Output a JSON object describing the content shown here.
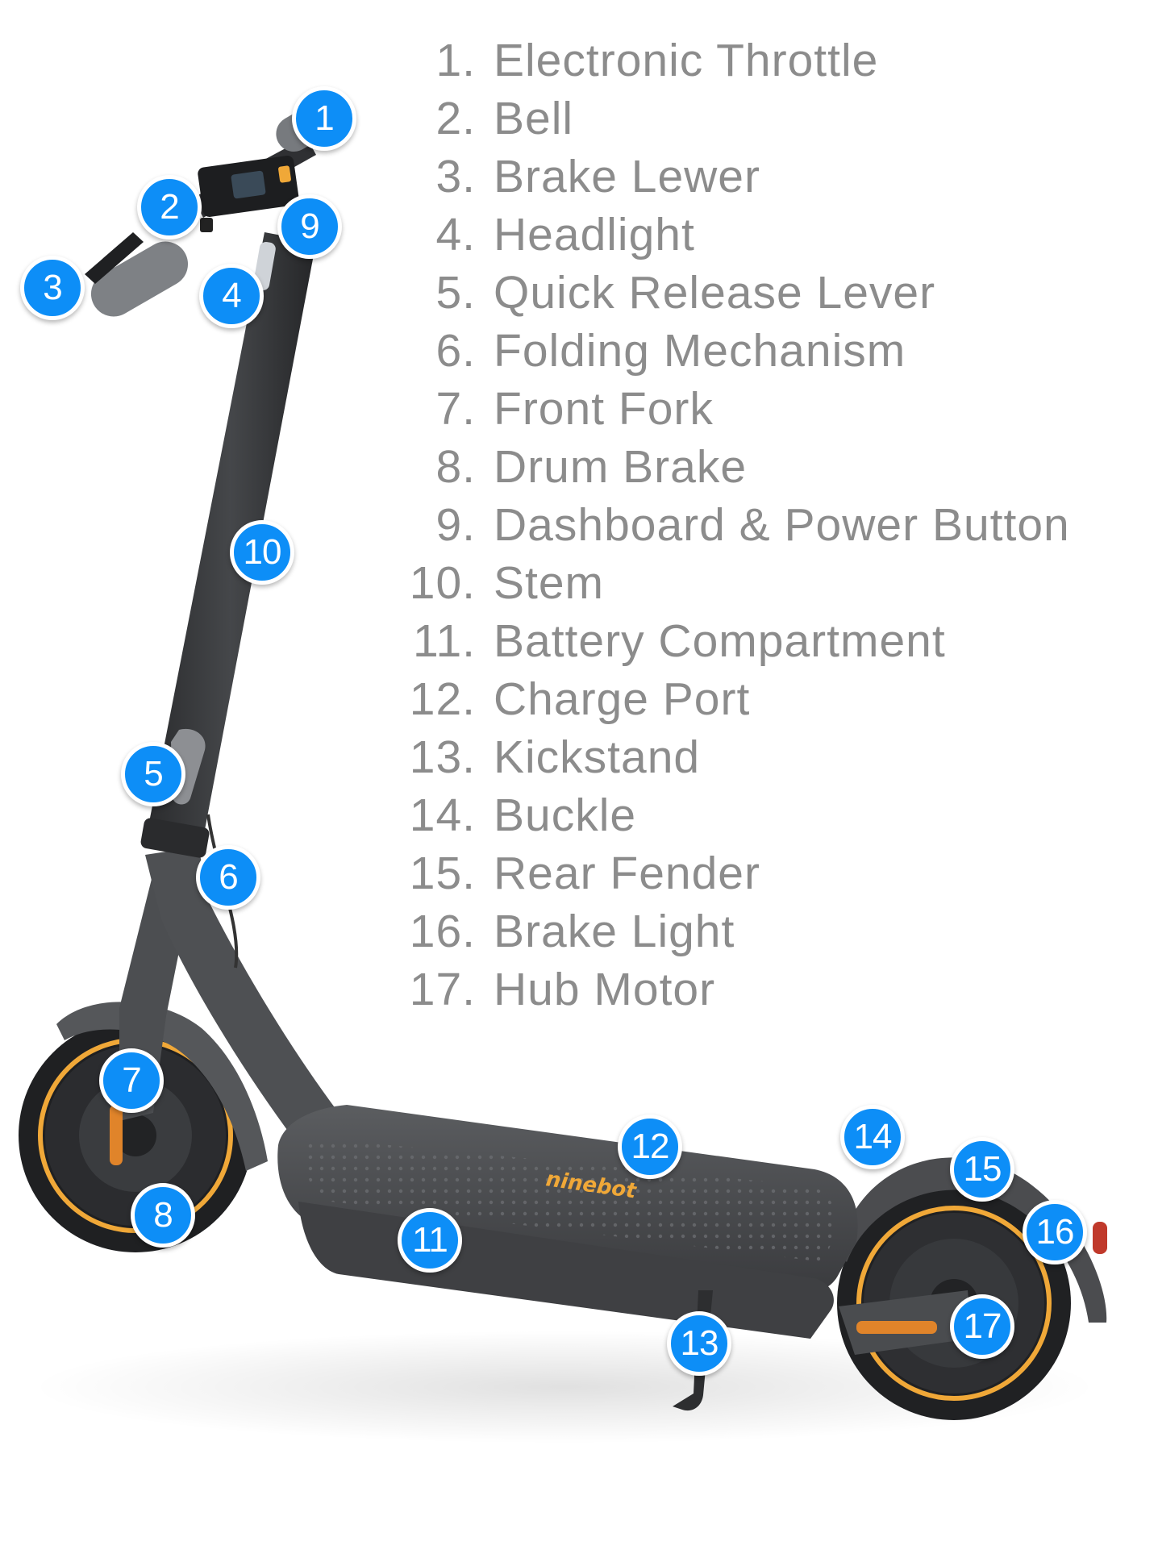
{
  "legend": [
    {
      "num": "1.",
      "label": "Electronic Throttle"
    },
    {
      "num": "2.",
      "label": "Bell"
    },
    {
      "num": "3.",
      "label": "Brake Lewer"
    },
    {
      "num": "4.",
      "label": "Headlight"
    },
    {
      "num": "5.",
      "label": "Quick Release Lever"
    },
    {
      "num": "6.",
      "label": "Folding Mechanism"
    },
    {
      "num": "7.",
      "label": "Front Fork"
    },
    {
      "num": "8.",
      "label": "Drum Brake"
    },
    {
      "num": "9.",
      "label": "Dashboard & Power Button"
    },
    {
      "num": "10.",
      "label": "Stem"
    },
    {
      "num": "11.",
      "label": "Battery Compartment"
    },
    {
      "num": "12.",
      "label": "Charge Port"
    },
    {
      "num": "13.",
      "label": "Kickstand"
    },
    {
      "num": "14.",
      "label": "Buckle"
    },
    {
      "num": "15.",
      "label": "Rear Fender"
    },
    {
      "num": "16.",
      "label": "Brake Light"
    },
    {
      "num": "17.",
      "label": "Hub Motor"
    }
  ],
  "callouts": [
    "1",
    "2",
    "3",
    "4",
    "5",
    "6",
    "7",
    "8",
    "9",
    "10",
    "11",
    "12",
    "13",
    "14",
    "15",
    "16",
    "17"
  ],
  "brand": "ninebot",
  "colors": {
    "callout": "#0d8ef7",
    "legend_text": "#8c8c8c",
    "scooter_body": "#4a4b4e",
    "accent_orange": "#f0a838"
  }
}
